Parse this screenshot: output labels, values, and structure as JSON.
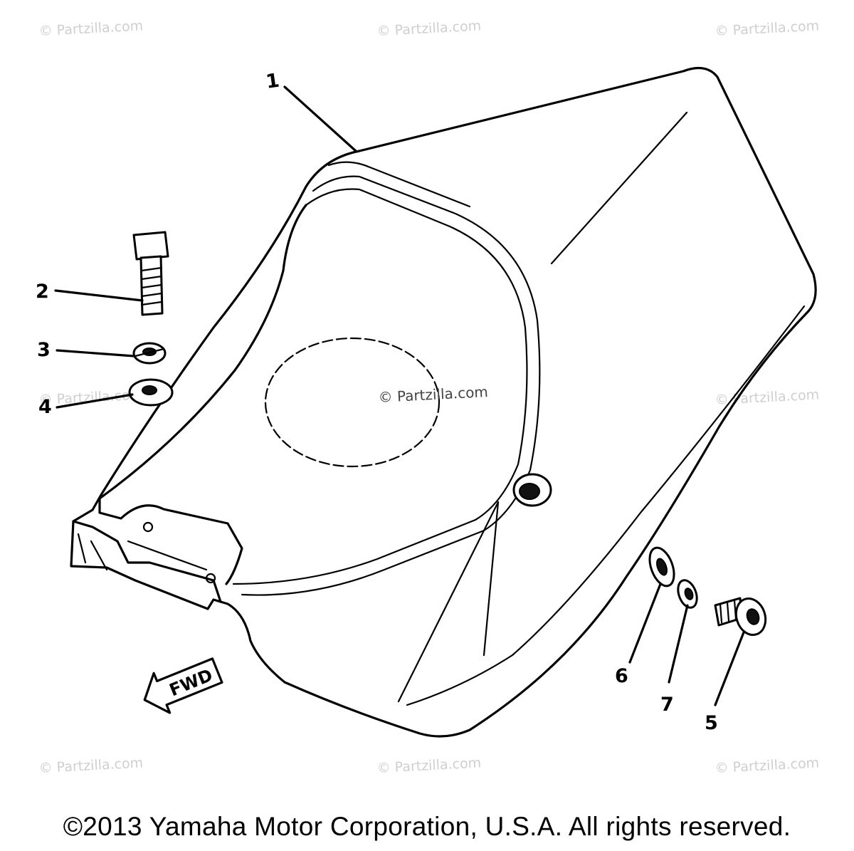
{
  "watermarks": {
    "top_left": "© Partzilla.com",
    "top_center": "© Partzilla.com",
    "top_right": "© Partzilla.com",
    "mid_left": "© Partzilla.com",
    "center": "© Partzilla.com",
    "mid_right": "© Partzilla.com",
    "bottom_left": "© Partzilla.com",
    "bottom_center": "© Partzilla.com",
    "bottom_right": "© Partzilla.com"
  },
  "callouts": {
    "seat": "1",
    "bolt": "2",
    "spring_washer": "3",
    "plain_washer": "4",
    "screw": "5",
    "grommet": "6",
    "collar": "7"
  },
  "fwd_label": "FWD",
  "copyright": "©2013 Yamaha Motor Corporation, U.S.A. All rights reserved."
}
